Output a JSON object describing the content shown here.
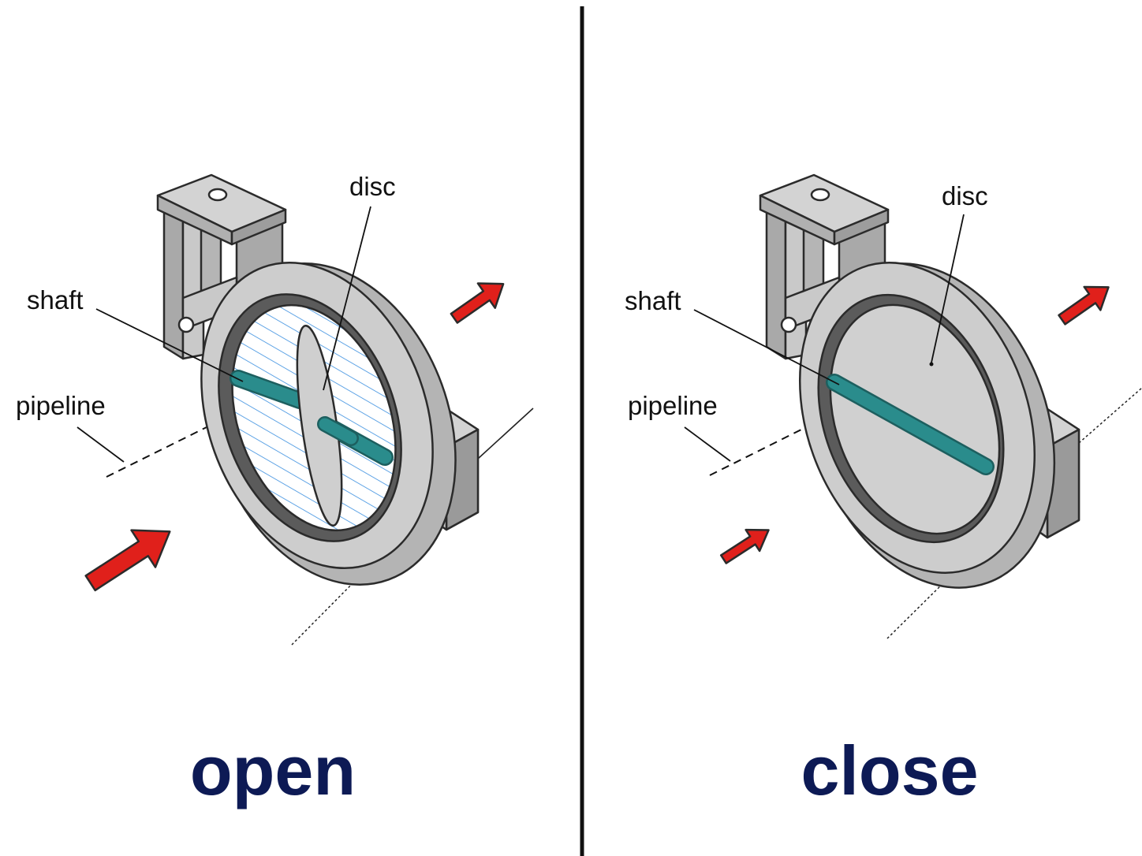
{
  "panels": {
    "open": {
      "state_label": "open",
      "disc_label": "disc",
      "shaft_label": "shaft",
      "pipeline_label": "pipeline"
    },
    "close": {
      "state_label": "close",
      "disc_label": "disc",
      "shaft_label": "shaft",
      "pipeline_label": "pipeline"
    }
  },
  "colors": {
    "state_text": "#0d1a55",
    "body": "#c9c9c9",
    "body_dark": "#a9a9a9",
    "outline": "#2b2b2b",
    "shaft": "#2a8c8c",
    "flow_arrow": "#e0201b",
    "hatch": "#3a8fe0"
  }
}
